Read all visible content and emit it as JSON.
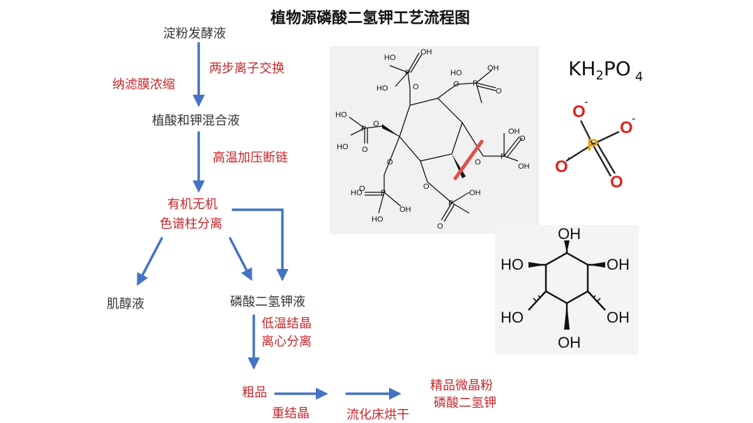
{
  "title": "植物源磷酸二氢钾工艺流程图",
  "flow": {
    "start": "淀粉发酵液",
    "step1_left": "纳滤膜浓缩",
    "step1_right": "两步离子交换",
    "mix": "植酸和钾混合液",
    "step2": "高温加压断链",
    "sep_line1": "有机无机",
    "sep_line2": "色谱柱分离",
    "inositol_liquid": "肌醇液",
    "kdp_liquid": "磷酸二氢钾液",
    "cryst_line1": "低温结晶",
    "cryst_line2": "离心分离",
    "crude": "粗品",
    "recryst": "重结晶",
    "drying": "流化床烘干",
    "product_line1": "精品微晶粉",
    "product_line2": "磷酸二氢钾"
  },
  "formula": {
    "main": "KH",
    "sub1": "2",
    "mid": "PO",
    "idx": "4"
  },
  "colors": {
    "arrow": "#4472c4",
    "red_text": "#c8262b",
    "phosphorus": "#e8a317",
    "oxygen": "#e02020"
  },
  "phytic": {
    "labels": [
      "HO",
      "HO",
      "OH",
      "O",
      "O",
      "HO",
      "HO",
      "OH",
      "O",
      "O",
      "OH",
      "O",
      "HO",
      "O",
      "OH",
      "O",
      "O",
      "HO",
      "O",
      "OH",
      "HO",
      "O",
      "O",
      "OH",
      "P",
      "P",
      "P",
      "P",
      "P",
      "P"
    ]
  },
  "phosphate": {
    "p": "P",
    "o": "O",
    "minus": "-"
  },
  "inositol": {
    "oh": "OH",
    "ho": "HO"
  }
}
